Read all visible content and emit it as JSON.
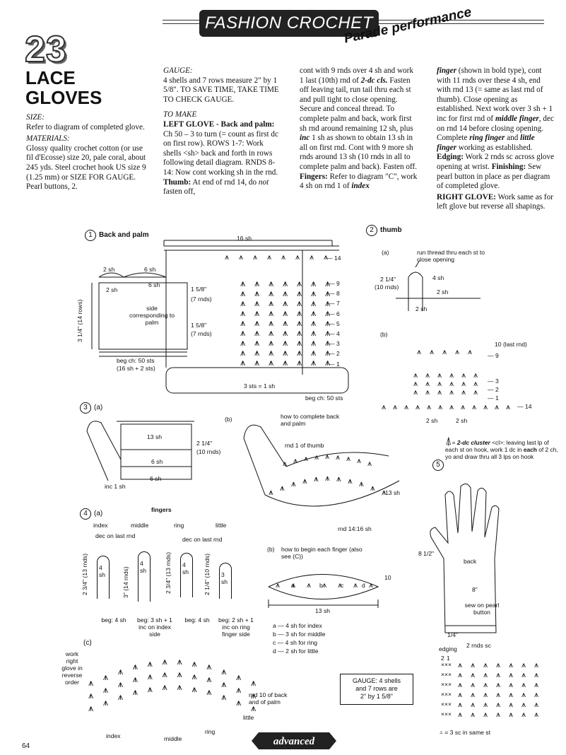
{
  "header": {
    "banner": "FASHION CROCHET",
    "subtitle": "Parade performance"
  },
  "pattern": {
    "number": "23",
    "title_line1": "LACE",
    "title_line2": "GLOVES"
  },
  "col1": {
    "size_h": "SIZE:",
    "size_t": "Refer to diagram of completed glove.",
    "materials_h": "MATERIALS:",
    "materials_t": "Glossy quality crochet cotton (or use fil d'Ecosse) size 20, pale coral, about 245 yds. Steel crochet hook US size 9 (1.25 mm) or SIZE FOR GAUGE. Pearl buttons, 2."
  },
  "col2": {
    "gauge_h": "GAUGE:",
    "gauge_t": "4 shells and 7 rows measure 2\" by 1 5/8\". TO SAVE TIME, TAKE TIME TO CHECK GAUGE.",
    "make_h": "TO MAKE",
    "lg_h": "LEFT GLOVE - Back and palm:",
    "lg_t": " Ch 50 – 3 to turn (= count as first dc on first row). ROWS 1-7: Work shells <sh> back and forth in rows following detail diagram. RNDS 8-14: Now cont working sh in the rnd. ",
    "thumb_h": "Thumb:",
    "thumb_t1": " At end of rnd 14, do ",
    "thumb_not": "not",
    "thumb_t2": " fasten off,"
  },
  "col3": {
    "t1": "cont with 9 rnds over 4 sh and work 1 last (10th) rnd of ",
    "t1_bi": "2-dc cls.",
    "t2": " Fasten off leaving tail, run tail thru each st and pull tight to close opening. Secure and conceal thread. To complete palm and back, work first sh rnd around remaining 12 sh, plus ",
    "t2_bi": "inc",
    "t3": " 1 sh as shown to obtain 13 sh in all on first rnd. Cont with 9 more sh rnds around 13 sh (10 rnds in all to complete palm and back). Fasten off. ",
    "fingers_h": "Fingers:",
    "t4": " Refer to diagram \"C\", work 4 sh on rnd 1 of ",
    "t4_bi": "index"
  },
  "col4": {
    "t1_bi": "finger",
    "t1": " (shown in bold type), cont with 11 rnds over these 4 sh, end with rnd 13 (= same as last rnd of thumb). Close opening as established. Next work over 3 sh + 1 inc for first rnd of ",
    "t2_bi": "middle finger",
    "t2": ", dec on rnd 14 before closing opening. Complete ",
    "t3_bi": "ring finger",
    "t3a": " and ",
    "t3_bi2": "little finger",
    "t3": " working as established. ",
    "edging_h": "Edging:",
    "edging_t": " Work 2 rnds sc across glove opening at wrist. ",
    "finishing_h": "Finishing:",
    "finishing_t": " Sew pearl button in place as per diagram of completed glove.",
    "rg_h": "RIGHT GLOVE:",
    "rg_t": " Work same as for left glove but reverse all shapings."
  },
  "diagrams": {
    "d1": {
      "num": "1",
      "title": "Back and palm",
      "top_sh": "16 sh",
      "sh2a": "2 sh",
      "sh6a": "6 sh",
      "sh2b": "2 sh",
      "sh6b": "6 sh",
      "side": "side corresponding to palm",
      "h1": "1 5/8\"",
      "h1b": "(7 rnds)",
      "h2": "1 5/8\"",
      "h2b": "(7 rnds)",
      "left": "3 1/4\" (14 rows)",
      "beg1": "beg ch: 50 sts",
      "beg2": "(16 sh + 2 sts)",
      "rows": [
        "14",
        "9",
        "8",
        "7",
        "6",
        "5",
        "4",
        "3",
        "2",
        "1"
      ],
      "sts": "3 sts = 1 sh",
      "beg_ch": "beg ch: 50 sts"
    },
    "d2": {
      "num": "2",
      "title": "thumb",
      "a": "(a)",
      "run": "run thread thru each st to close opening",
      "h": "2 1/4\"",
      "hb": "(10 rnds)",
      "sh4": "4 sh",
      "sh2": "2 sh",
      "sh2b": "2 sh",
      "b": "(b)",
      "last": "10 (last rnd)",
      "rows": [
        "9",
        "3",
        "2",
        "1",
        "14"
      ],
      "bot1": "2 sh",
      "bot2": "2 sh"
    },
    "d3": {
      "num": "3",
      "a": "(a)",
      "sh13": "13 sh",
      "h": "2 1/4\"",
      "hb": "(10 rnds)",
      "sh6a": "6 sh",
      "sh6b": "6 sh",
      "inc": "inc 1 sh",
      "b": "(b)",
      "how": "how to complete back and palm",
      "rnd1": "rnd 1 of thumb",
      "sh13b": "13 sh",
      "rnd14": "rnd 14:16 sh"
    },
    "legend_cl": {
      "text1": "= ",
      "bi": "2-dc cluster",
      "text2": " <cl>: leaving last lp of each st on hook, work 1 dc in ",
      "b": "each",
      "text3": " of 2 ch, yo and draw thru all 3 lps on hook"
    },
    "d4": {
      "num": "4",
      "a": "(a)",
      "title": "fingers",
      "names": [
        "index",
        "middle",
        "ring",
        "little"
      ],
      "dec1": "dec on last rnd",
      "dec2": "dec on last rnd",
      "h": [
        "2 3/4\" (13 rnds)",
        "3\" (14 rnds)",
        "2 3/4\" (13 rnds)",
        "2 1/4\" (10 rnds)"
      ],
      "sh": [
        "4 sh",
        "4 sh",
        "4 sh",
        "3 sh"
      ],
      "beg": [
        "beg: 4 sh",
        "beg: 3 sh + 1 inc on index side",
        "beg: 4 sh",
        "beg: 2 sh + 1 inc on ring finger side"
      ],
      "c": "(c)",
      "work": "work right glove in reverse order",
      "rnd10": "rnd 10 of back and of palm",
      "bottom": [
        "index",
        "middle",
        "ring",
        "little"
      ]
    },
    "dbeg": {
      "b": "(b)",
      "title": "how to begin each finger (also see (C))",
      "sh13": "13 sh",
      "letters": [
        "a",
        "b",
        "c",
        "d"
      ],
      "ten": "10",
      "key": [
        "a — 4 sh for index",
        "b — 3 sh for middle",
        "c — 4 sh for ring",
        "d — 2 sh for little"
      ]
    },
    "gauge_box": {
      "l1": "GAUGE: 4 shells",
      "l2": "and 7 rows are",
      "l3": "2\" by 1 5/8\""
    },
    "d5": {
      "num": "5",
      "height": "8 1/2\"",
      "back": "back",
      "width": "8\"",
      "sew": "sew on pearl button",
      "q": "1/4\"",
      "edging": "edging",
      "rnds": "2 rnds sc",
      "two": "2",
      "one": "1",
      "sc": "= 3 sc in same st"
    }
  },
  "footer": {
    "page": "64",
    "badge": "advanced"
  }
}
